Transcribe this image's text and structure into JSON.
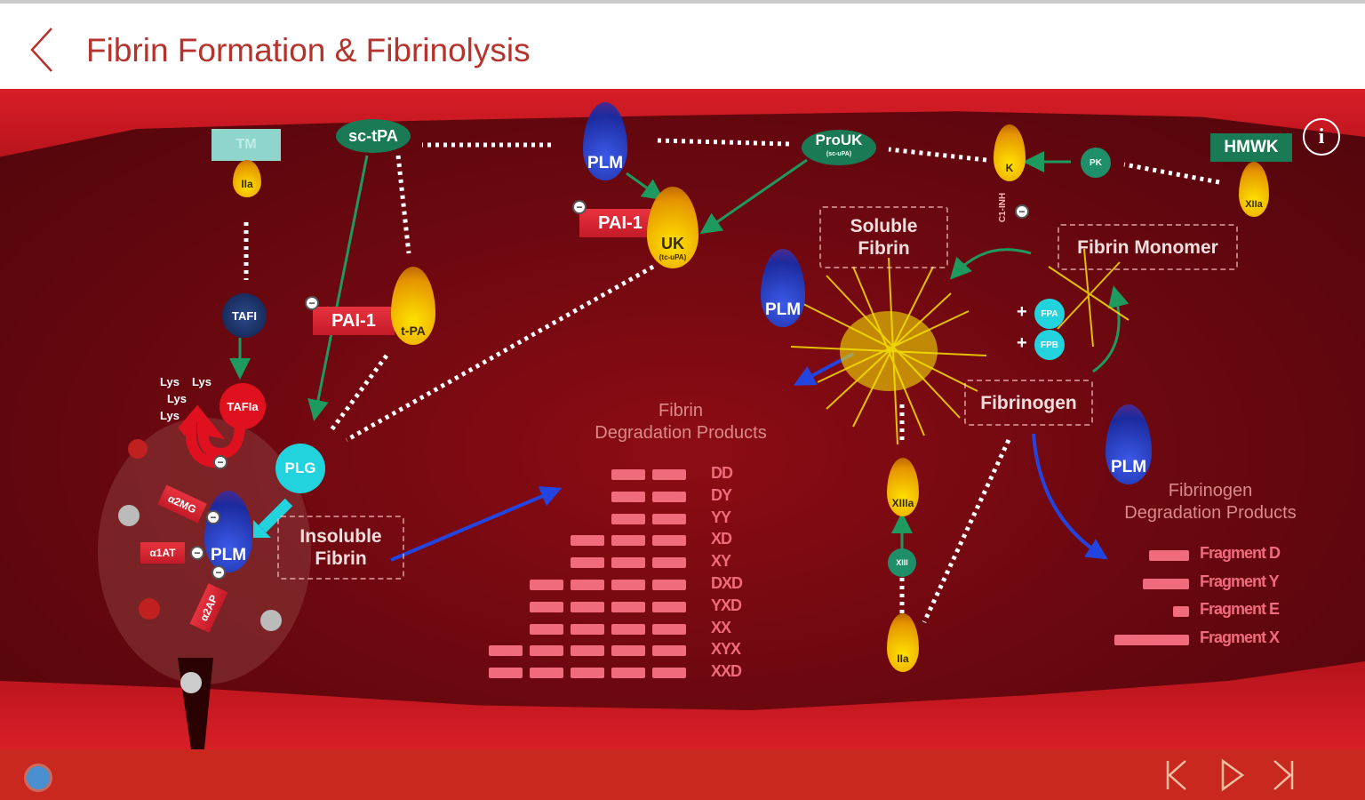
{
  "header": {
    "title": "Fibrin Formation & Fibrinolysis"
  },
  "diagram": {
    "tm": "TM",
    "iia_top": "IIa",
    "tafi": "TAFI",
    "tafia": "TAFIa",
    "lys": [
      "Lys",
      "Lys",
      "Lys",
      "Lys"
    ],
    "sc_tpa": "sc-tPA",
    "pai1_left": "PAI-1",
    "tpa": "t-PA",
    "plm": "PLM",
    "pai1_mid": "PAI-1",
    "uk": "UK",
    "uk_sub": "(tc-uPA)",
    "prouk": "ProUK",
    "prouk_sub": "(sc-uPA)",
    "k": "K",
    "pk": "PK",
    "hmwk": "HMWK",
    "xiia": "XIIa",
    "c1inh": "C1-INH",
    "soluble_fibrin": [
      "Soluble",
      "Fibrin"
    ],
    "fibrin_monomer": "Fibrin Monomer",
    "fpa": "FPA",
    "fpb": "FPB",
    "fibrinogen": "Fibrinogen",
    "plg": "PLG",
    "insoluble_fibrin": [
      "Insoluble",
      "Fibrin"
    ],
    "a2mg": "α2MG",
    "a1at": "α1AT",
    "a2ap": "α2AP",
    "xiiia": "XIIIa",
    "xiii": "XIII",
    "iia_bottom": "IIa",
    "fdp_title": [
      "Fibrin",
      "Degradation Products"
    ],
    "fdp_items": [
      "DD",
      "DY",
      "YY",
      "XD",
      "XY",
      "DXD",
      "YXD",
      "XX",
      "XYX",
      "XXD"
    ],
    "fgdp_title": [
      "Fibrinogen",
      "Degradation Products"
    ],
    "fgdp_items": [
      "Fragment D",
      "Fragment Y",
      "Fragment E",
      "Fragment X"
    ],
    "info": "i"
  },
  "colors": {
    "title": "#b5332c",
    "bottom_bar": "#c8281e",
    "green": "#1a7a55",
    "cyan": "#22d3dd"
  }
}
